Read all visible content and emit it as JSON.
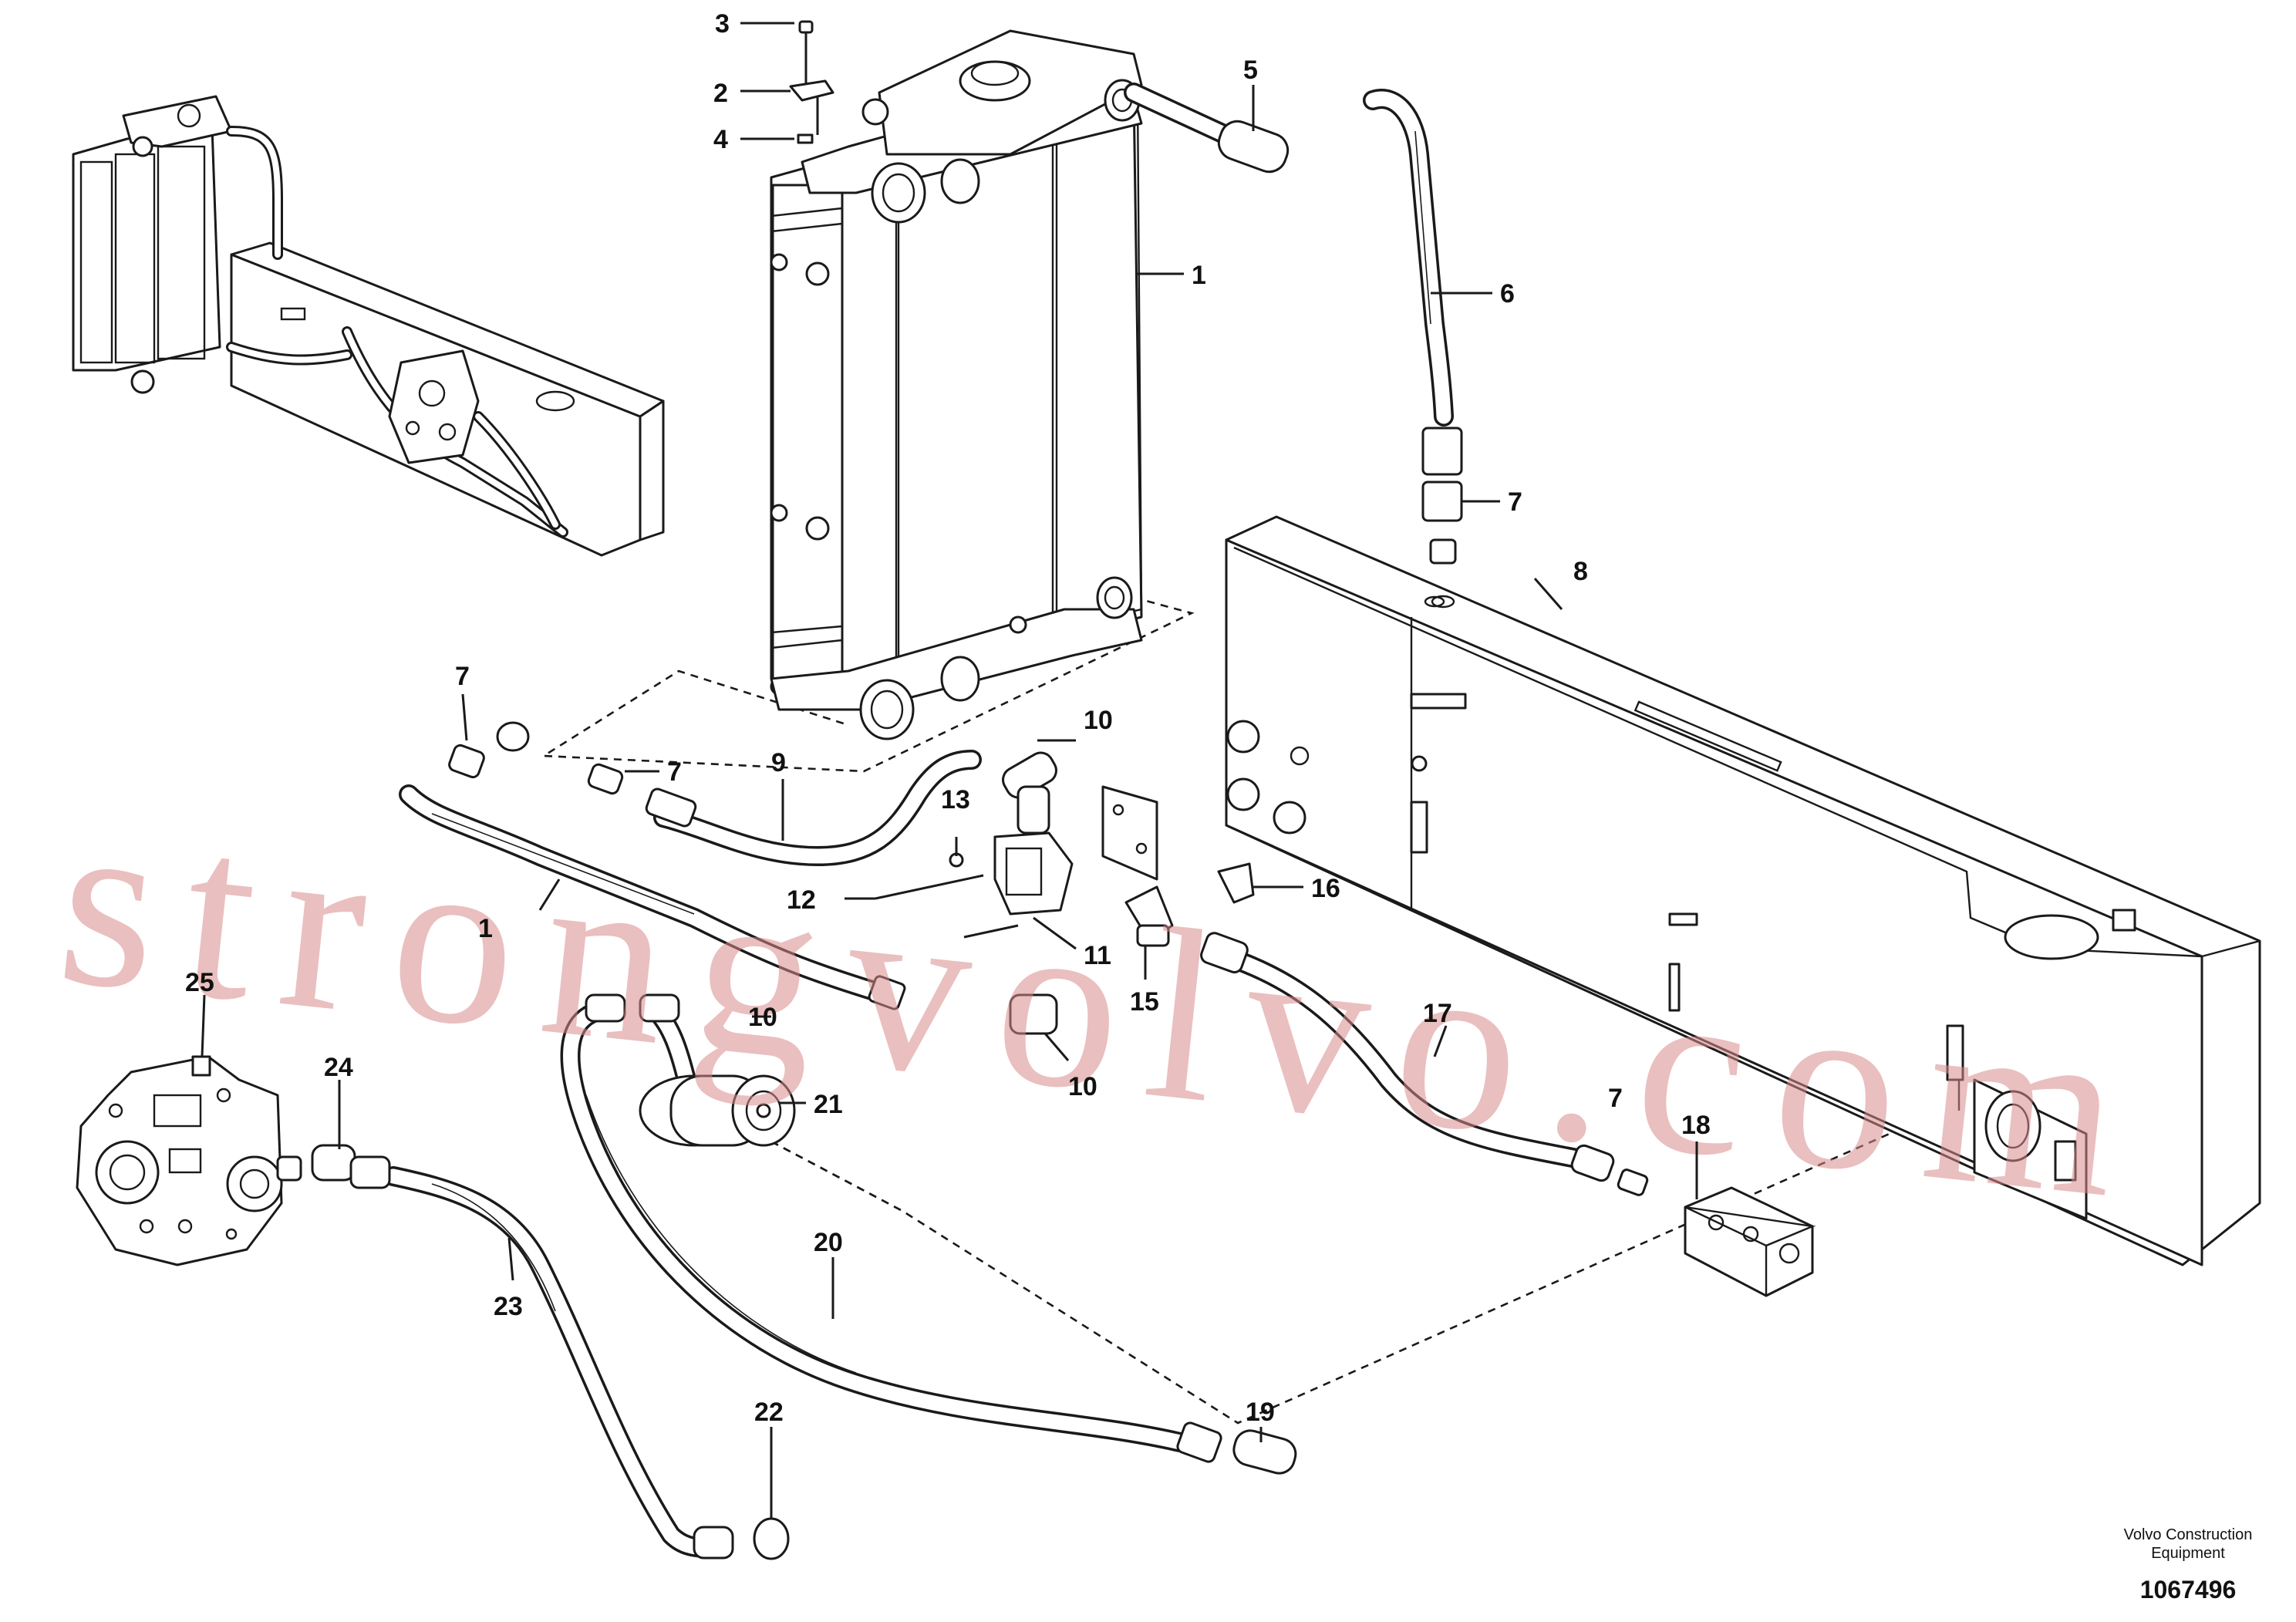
{
  "callouts": {
    "c1": "1",
    "c1b": "1",
    "c2": "2",
    "c3": "3",
    "c4": "4",
    "c5": "5",
    "c6": "6",
    "c7a": "7",
    "c7b": "7",
    "c7c": "7",
    "c7d": "7",
    "c8": "8",
    "c9": "9",
    "c10a": "10",
    "c10b": "10",
    "c10c": "10",
    "c11": "11",
    "c12": "12",
    "c13": "13",
    "c15": "15",
    "c16": "16",
    "c17": "17",
    "c18": "18",
    "c19": "19",
    "c20": "20",
    "c21": "21",
    "c22": "22",
    "c23": "23",
    "c24": "24",
    "c25": "25"
  },
  "watermark": "strongvolvo.com",
  "footer": {
    "brand_line1": "Volvo Construction",
    "brand_line2": "Equipment",
    "doc_number": "1067496"
  }
}
